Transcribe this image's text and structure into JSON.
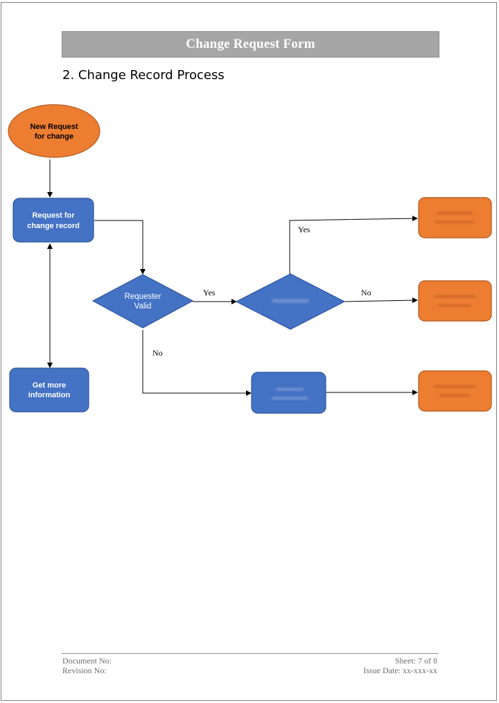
{
  "header": {
    "title": "Change Request Form"
  },
  "section": {
    "heading": "2. Change Record Process"
  },
  "flowchart": {
    "nodes": {
      "new_request": {
        "line1": "New Request",
        "line2": "for change"
      },
      "request_record": {
        "line1": "Request for",
        "line2": "change record"
      },
      "requester_valid": {
        "line1": "Requester",
        "line2": "Valid"
      },
      "get_more_info": {
        "line1": "Get more",
        "line2": "information"
      }
    },
    "edges": {
      "yes_1": "Yes",
      "yes_2": "Yes",
      "no_1": "No",
      "no_2": "No"
    },
    "colors": {
      "blue": "#4472c4",
      "blue_border": "#2f5597",
      "orange": "#ed7d31",
      "orange_border": "#ae5a21"
    }
  },
  "footer": {
    "document_no": "Document No:",
    "revision_no": "Revision No:",
    "sheet": "Sheet: 7 of 8",
    "issue_date": "Issue Date: xx-xxx-xx"
  }
}
